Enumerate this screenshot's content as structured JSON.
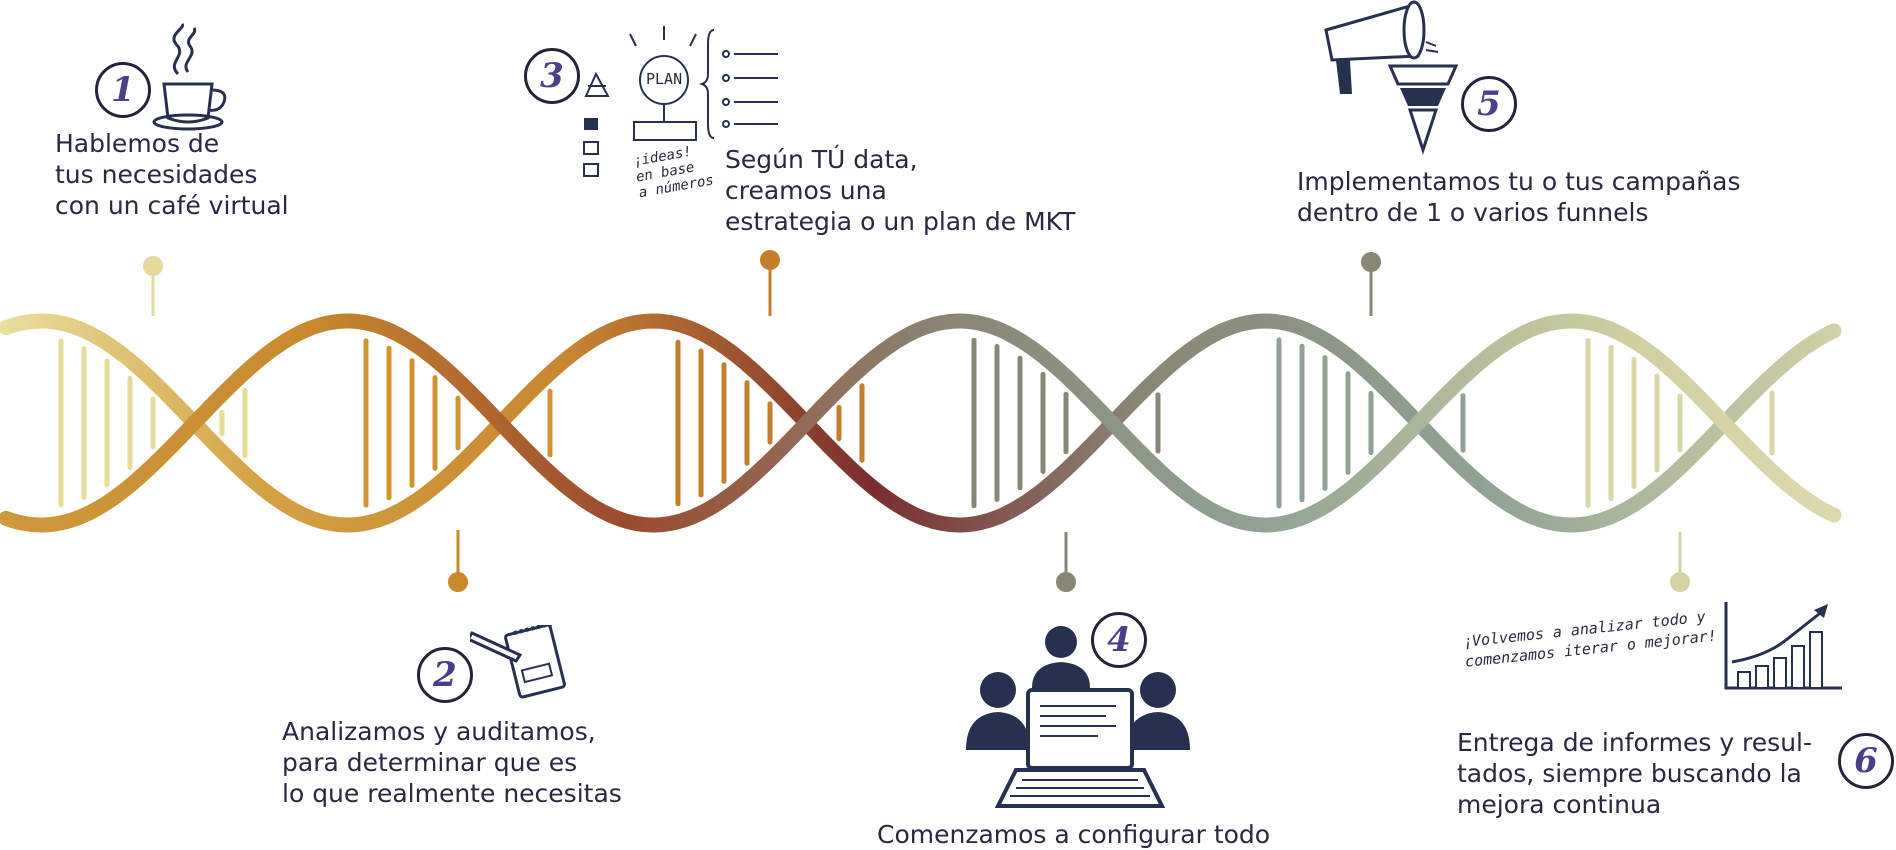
{
  "steps": [
    {
      "number": "1",
      "lines": [
        "Hablemos de",
        "tus necesidades",
        "con un café virtual"
      ],
      "icon": "coffee-cup-icon"
    },
    {
      "number": "2",
      "lines": [
        "Analizamos y auditamos,",
        "para determinar que es",
        "lo que realmente necesitas"
      ],
      "icon": "notepad-pencil-icon"
    },
    {
      "number": "3",
      "lines": [
        "Según TÚ data,",
        "creamos una",
        "estrategia o un plan de MKT"
      ],
      "icon": "plan-sketch-icon"
    },
    {
      "number": "4",
      "lines": [
        "Comenzamos a configurar todo"
      ],
      "icon": "team-laptop-icon"
    },
    {
      "number": "5",
      "lines": [
        "Implementamos tu o tus campañas",
        "dentro de 1 o varios funnels"
      ],
      "icon": "megaphone-funnel-icon"
    },
    {
      "number": "6",
      "lines": [
        "Entrega de informes y resul-",
        "tados, siempre buscando la",
        "mejora continua"
      ],
      "icon": "growth-chart-icon"
    }
  ],
  "sketch3": {
    "plan": "PLAN",
    "ideas": [
      "¡ideas!",
      "en base",
      "a números"
    ]
  },
  "sketch6": {
    "note": [
      "¡Volvemos a analizar todo y",
      "comenzamos iterar o mejorar!"
    ]
  },
  "colors": {
    "segments": [
      "#e6dc99",
      "#cf942f",
      "#c47e2c",
      "#7b2d2e",
      "#8a8675",
      "#8fa294",
      "#d9d7a6"
    ],
    "text": "#2a2740",
    "badge_number": "#4b3f8c",
    "icon": "#26304f"
  }
}
